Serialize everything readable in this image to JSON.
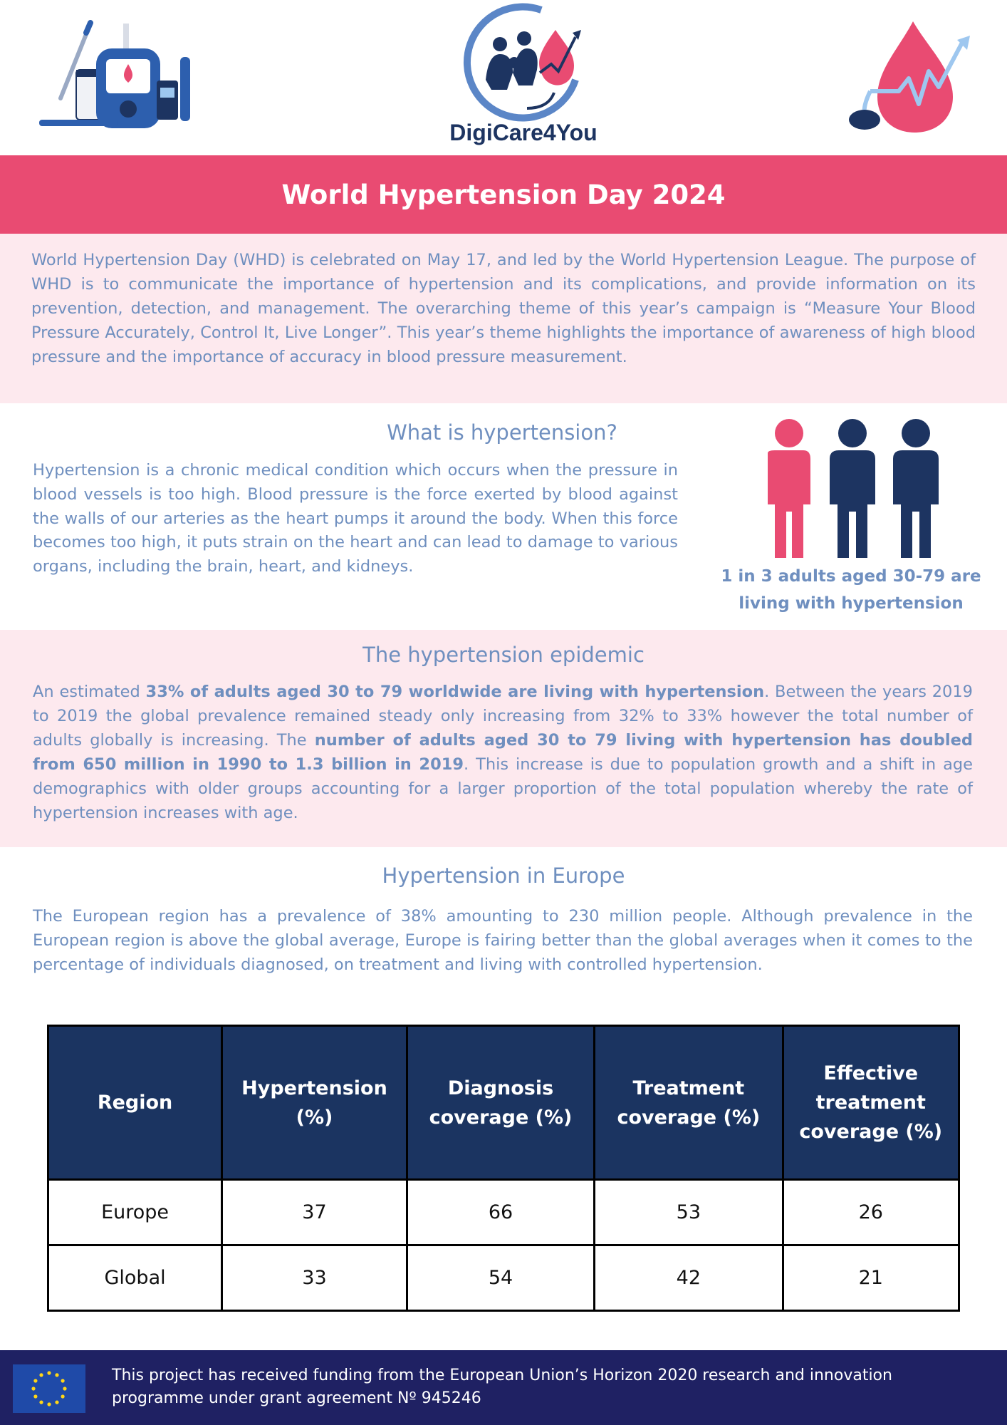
{
  "header": {
    "logo_text": "DigiCare4You"
  },
  "title": "World Hypertension Day 2024",
  "intro": {
    "text": "World Hypertension Day (WHD) is celebrated on May 17, and led by the World Hypertension League. The purpose of WHD is to communicate the importance of hypertension and its complications, and provide information on its prevention, detection, and management. The overarching theme of this year’s campaign is “Measure Your Blood Pressure Accurately, Control It, Live Longer”. This year’s theme highlights the importance of awareness of high blood pressure and the importance of accuracy in blood pressure measurement."
  },
  "what": {
    "heading": "What is hypertension?",
    "text": "Hypertension is a chronic medical condition which occurs when the pressure in blood vessels is too high. Blood pressure is the force exerted by blood against the walls of our arteries as the heart pumps it around the body. When this force becomes too high, it puts strain on the heart and can lead to damage to various organs, including the brain, heart, and kidneys.",
    "stat_line1": "1 in 3 adults aged 30-79 are",
    "stat_line2": "living with hypertension"
  },
  "epidemic": {
    "heading": "The hypertension epidemic",
    "t1": "An estimated ",
    "b1": "33% of adults aged 30 to 79 worldwide are living with hypertension",
    "t2": ". Between the years 2019 to 2019 the global prevalence remained steady only increasing from 32% to 33% however the total number of adults globally is increasing. The ",
    "b2": "number of adults aged 30 to 79 living with hypertension has doubled from 650 million in 1990 to 1.3 billion in 2019",
    "t3": ". This increase is due to population growth and a shift in age demographics with older groups accounting for a larger proportion of the total population whereby the rate of hypertension increases with age."
  },
  "europe": {
    "heading": "Hypertension in Europe",
    "text": "The European region has a prevalence of 38% amounting to 230 million people. Although prevalence in the European region is above the global average, Europe is fairing better than the global averages when it comes to the percentage of individuals diagnosed, on treatment and living with controlled hypertension."
  },
  "table": {
    "headers": [
      "Region",
      "Hypertension (%)",
      "Diagnosis coverage (%)",
      "Treatment coverage (%)",
      "Effective treatment coverage (%)"
    ],
    "rows": [
      [
        "Europe",
        "37",
        "66",
        "53",
        "26"
      ],
      [
        "Global",
        "33",
        "54",
        "42",
        "21"
      ]
    ]
  },
  "footer": {
    "text": "This project has received funding from the European Union’s Horizon 2020 research and innovation programme under grant agreement Nº 945246"
  },
  "colors": {
    "pink": "#e94b72",
    "pale_pink": "#fde9ee",
    "navy": "#1b3461",
    "text_blue": "#6f8fbf",
    "footer": "#1f2163"
  }
}
